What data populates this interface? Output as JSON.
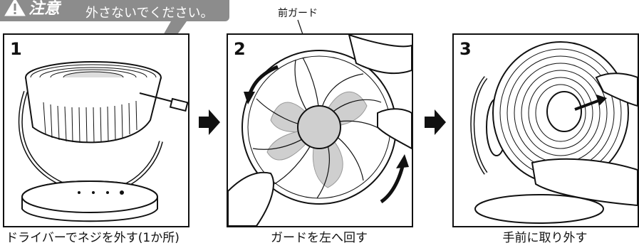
{
  "caution": {
    "label": "注意",
    "text": "外さないでください。"
  },
  "front_guard_label": "前ガード",
  "steps": [
    {
      "number": "1",
      "caption": "ドライバーでネジを外す(1か所)"
    },
    {
      "number": "2",
      "caption": "ガードを左へ回す"
    },
    {
      "number": "3",
      "caption": "手前に取り外す"
    }
  ],
  "colors": {
    "caution_bg": "#8c8c8c",
    "blade_gray": "#cfcfcf",
    "line": "#111111"
  },
  "icons": {
    "warning": "warning-triangle-icon",
    "next_arrow": "arrow-right-icon"
  }
}
